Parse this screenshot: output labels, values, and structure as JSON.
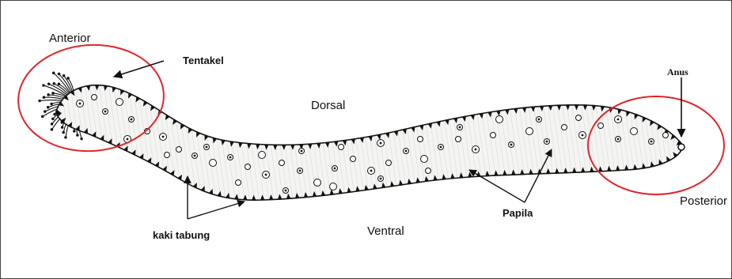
{
  "labels": {
    "anterior": "Anterior",
    "tentakel": "Tentakel",
    "dorsal": "Dorsal",
    "anus": "Anus",
    "posterior": "Posterior",
    "kaki_tabung": "kaki tabung",
    "ventral": "Ventral",
    "papila": "Papila"
  },
  "colors": {
    "highlight_circle": "#e0262b",
    "ink": "#111111",
    "body_fill": "#f4f4f2"
  },
  "icons": {
    "specimen": "sea-cucumber-illustration"
  }
}
